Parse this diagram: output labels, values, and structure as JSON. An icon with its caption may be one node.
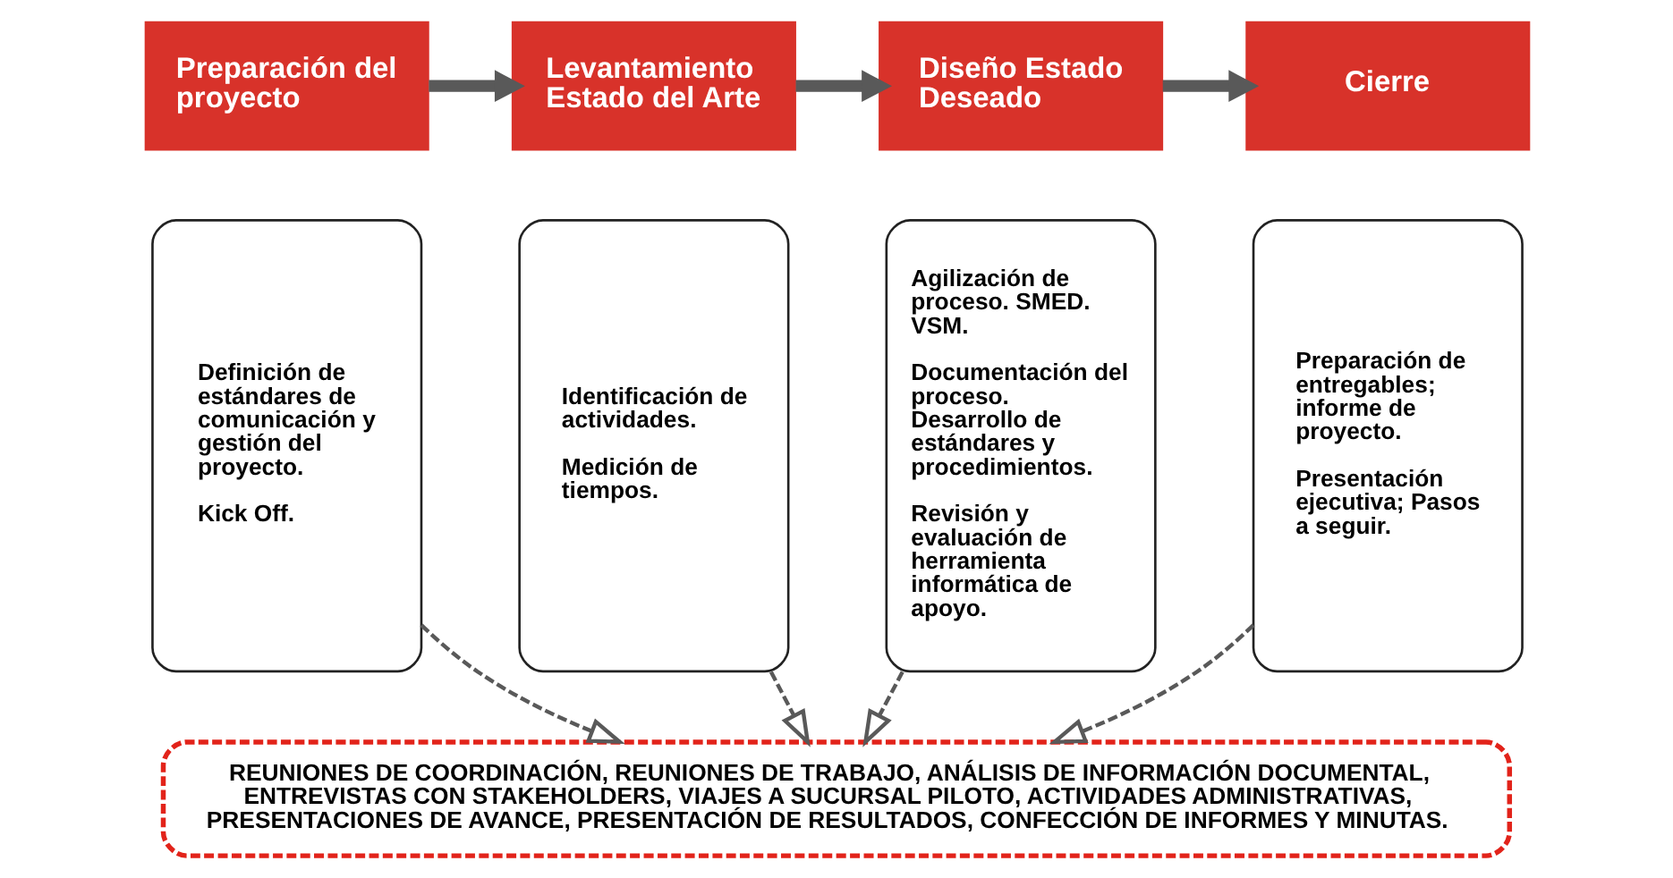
{
  "diagram": {
    "nodes": [
      {
        "text": [
          "Preparación del proyecto"
        ]
      },
      {
        "text": [
          "Definición de estándares de comunicación y gestión del proyecto.",
          "Kick Off."
        ]
      },
      {
        "text": [
          "Levantamiento Estado del Arte"
        ]
      },
      {
        "text": [
          "Identificación de actividades.",
          "Medición de tiempos."
        ]
      },
      {
        "text": [
          "Diseño Estado Deseado"
        ]
      },
      {
        "text": [
          "Agilización de proceso. SMED. VSM.",
          "Documentación del proceso. Desarrollo de estándares y procedimientos.",
          "Revisión y evaluación de herramienta informática de apoyo."
        ]
      },
      {
        "text": [
          "Cierre"
        ]
      },
      {
        "text": [
          "Preparación de entregables; informe de proyecto.",
          "Presentación ejecutiva; Pasos a seguir."
        ]
      },
      {
        "text": [
          "REUNIONES DE COORDINACIÓN, REUNIONES DE TRABAJO, ANÁLISIS DE INFORMACIÓN DOCUMENTAL, ENTREVISTAS CON STAKEHOLDERS, VIAJES A SUCURSAL PILOTO, ACTIVIDADES ADMINISTRATIVAS, PRESENTACIONES DE AVANCE, PRESENTACIÓN DE RESULTADOS, CONFECCIÓN DE INFORMES Y MINUTAS."
        ]
      }
    ],
    "edges": [
      {
        "from": 0,
        "to": 2,
        "arrow": "to",
        "style": "thick"
      },
      {
        "from": 2,
        "to": 4,
        "arrow": "to",
        "style": "thick"
      },
      {
        "from": 4,
        "to": 6,
        "arrow": "to",
        "style": "thick"
      },
      {
        "from": 1,
        "to": 8,
        "arrow": "to",
        "style": "dashed"
      },
      {
        "from": 3,
        "to": 8,
        "arrow": "to",
        "style": "dashed"
      },
      {
        "from": 5,
        "to": 8,
        "arrow": "to",
        "style": "dashed"
      },
      {
        "from": 7,
        "to": 8,
        "arrow": "to",
        "style": "dashed"
      }
    ]
  }
}
